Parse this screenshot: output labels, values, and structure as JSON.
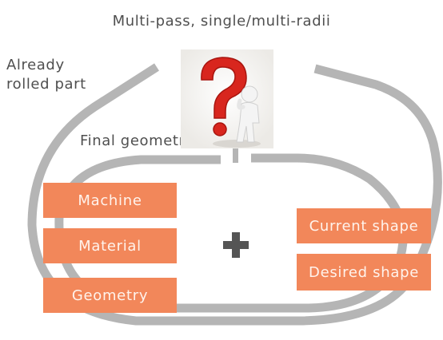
{
  "title": "Multi-pass, single/multi-radii",
  "already_rolled_label": "Already\nrolled part",
  "final_geometry_label": "Final geometry",
  "inputs_left": [
    "Machine",
    "Material",
    "Geometry"
  ],
  "inputs_right": [
    "Current shape",
    "Desired shape"
  ],
  "operator": "+",
  "icons": {
    "figure": "question-mark-thinking-figure-icon"
  },
  "colors": {
    "box": "#f2875a",
    "box_text": "#fff3ec",
    "track": "#b5b5b5",
    "question_mark": "#d8261e",
    "plus": "#555555"
  }
}
